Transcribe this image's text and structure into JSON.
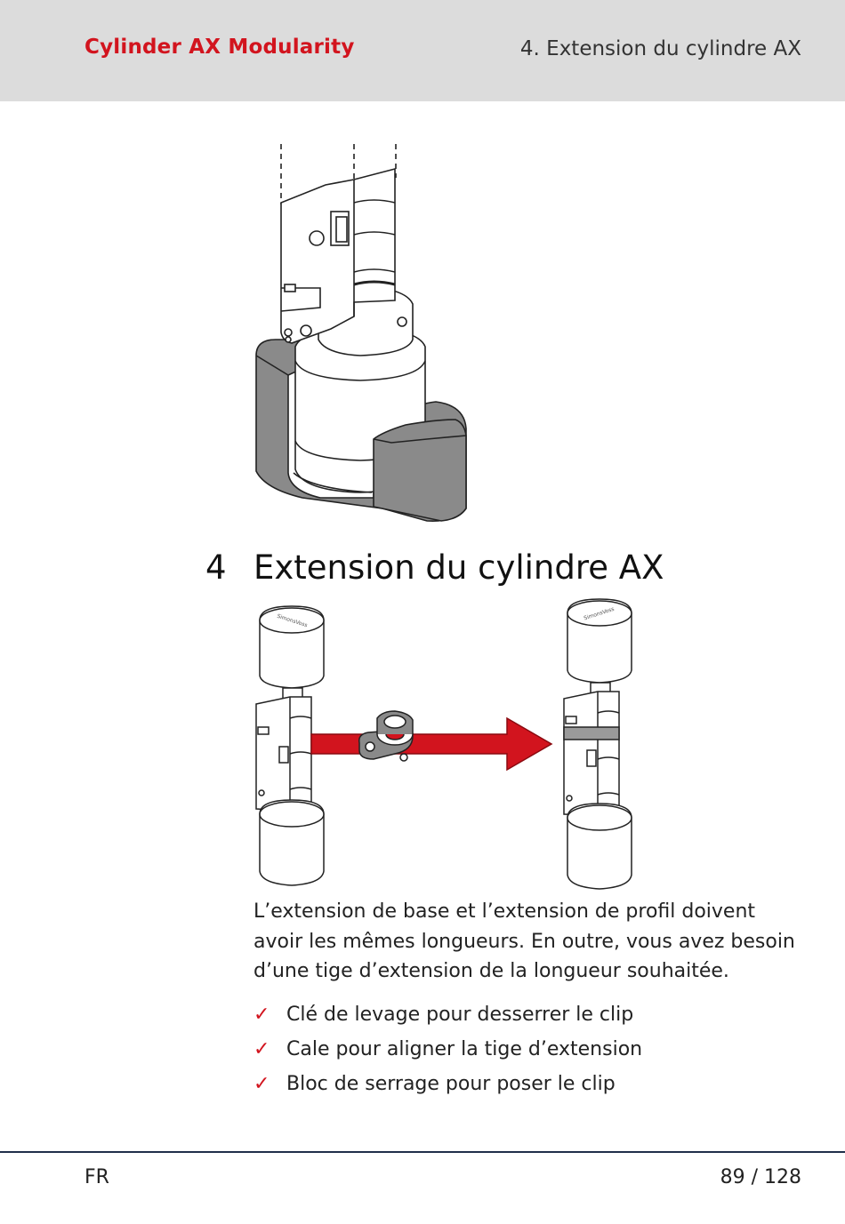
{
  "header": {
    "brand": "Cylinder AX Modularity",
    "chapter": "4. Extension du cylindre AX",
    "brand_color": "#d2141e",
    "background": "#dcdcdc"
  },
  "section": {
    "number": "4",
    "title": "Extension du cylindre AX"
  },
  "figures": {
    "top_icon": "cylinder-clip-holder-illustration",
    "middle_icon": "cylinder-extension-illustration",
    "knob_brand": "SimonsVoss",
    "arrow_color": "#d2141e"
  },
  "body": {
    "paragraph": "L’extension de base et l’extension de profil doivent avoir les mêmes longueurs. En outre, vous avez besoin d’une tige d’extension de la longueur souhaitée.",
    "checklist": [
      "Clé de levage pour desserrer le clip",
      "Cale pour aligner la tige d’extension",
      "Bloc de serrage pour poser le clip"
    ]
  },
  "footer": {
    "language": "FR",
    "page": "89 / 128"
  }
}
